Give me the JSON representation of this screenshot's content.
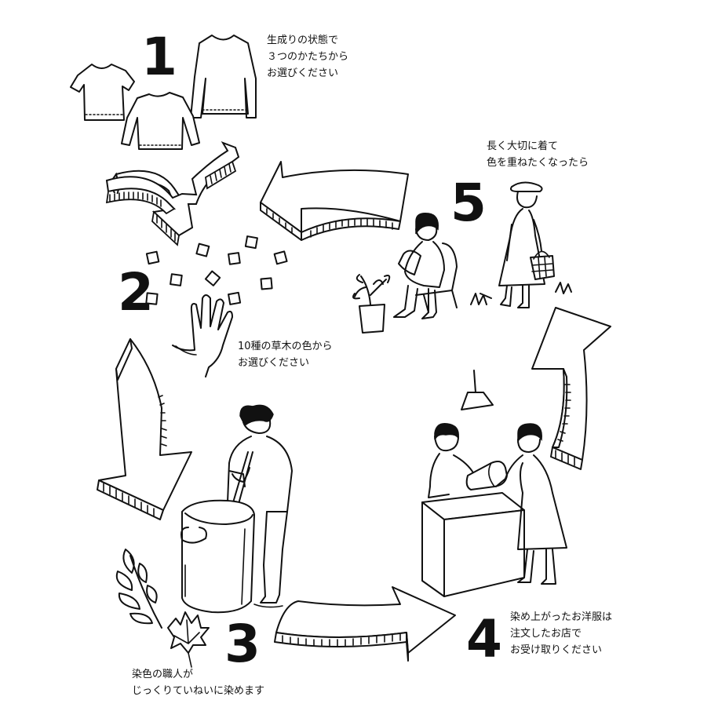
{
  "steps": [
    {
      "number": "1",
      "caption": [
        "生成りの状態で",
        "３つのかたちから",
        "お選びください"
      ]
    },
    {
      "number": "2",
      "caption": [
        "10種の草木の色から",
        "お選びください"
      ]
    },
    {
      "number": "3",
      "caption": [
        "染色の職人が",
        "じっくりていねいに染めます"
      ]
    },
    {
      "number": "4",
      "caption": [
        "染め上がったお洋服は",
        "注文したお店で",
        "お受け取りください"
      ]
    },
    {
      "number": "5",
      "caption": [
        "長く大切に着て",
        "色を重ねたくなったら"
      ]
    }
  ],
  "icons": [
    "t-shirt",
    "long-sleeve-top",
    "dress",
    "color-swatches",
    "open-hand",
    "cycle-arrow",
    "dyer-with-paddle",
    "dye-vat",
    "leaf-sprig",
    "maple-leaf",
    "pendant-lamp",
    "shop-counter",
    "shop-clerk",
    "customer-receiving",
    "seated-person-reading",
    "potted-plant",
    "woman-with-basket"
  ]
}
